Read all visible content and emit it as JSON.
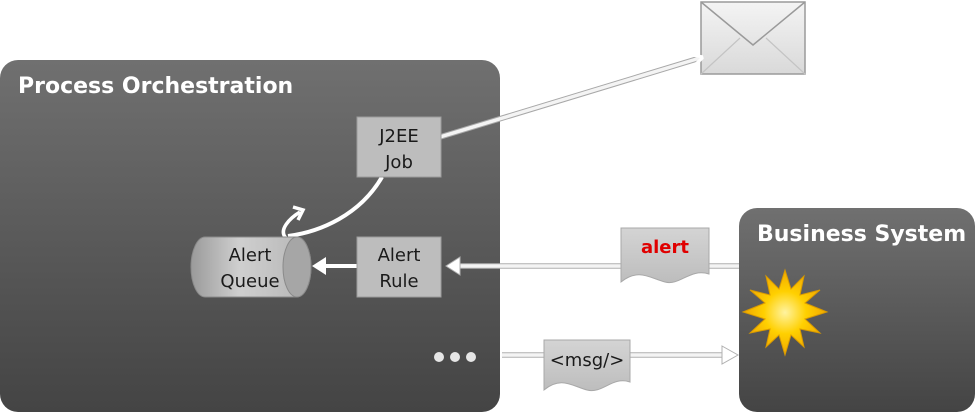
{
  "process_orchestration": {
    "title": "Process Orchestration",
    "j2ee_job": {
      "line1": "J2EE",
      "line2": "Job"
    },
    "alert_queue": {
      "line1": "Alert",
      "line2": "Queue"
    },
    "alert_rule": {
      "line1": "Alert",
      "line2": "Rule"
    }
  },
  "business_system": {
    "title": "Business System"
  },
  "messages": {
    "alert_label": "alert",
    "msg_label": "<msg/>"
  },
  "colors": {
    "container_top": "#6e6e6e",
    "container_bottom": "#4a4a4a",
    "node_fill": "#bdbdbd",
    "alert_text": "#e00000",
    "arrow": "#f2f2f2",
    "burst": "#ffd000"
  }
}
